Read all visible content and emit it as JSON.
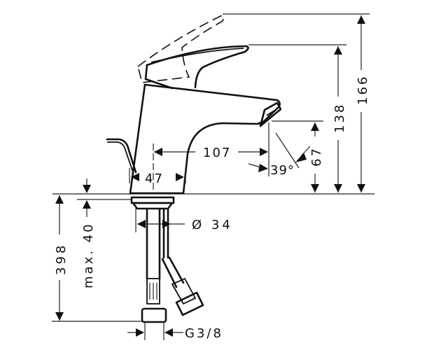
{
  "diagram": {
    "subject": "single-lever basin mixer faucet technical dimension drawing",
    "colors": {
      "line": "#111111",
      "background": "#ffffff"
    },
    "dimensions": {
      "total_height_lever_open": "166",
      "spout_height_to_lever": "138",
      "spout_outlet_height": "67",
      "spout_reach": "107",
      "spray_angle": "39°",
      "base_width": "47",
      "hole_diameter": "Ø 34",
      "max_counter_thickness": "max. 40",
      "hose_length": "398",
      "connection_thread": "G3/8"
    }
  }
}
